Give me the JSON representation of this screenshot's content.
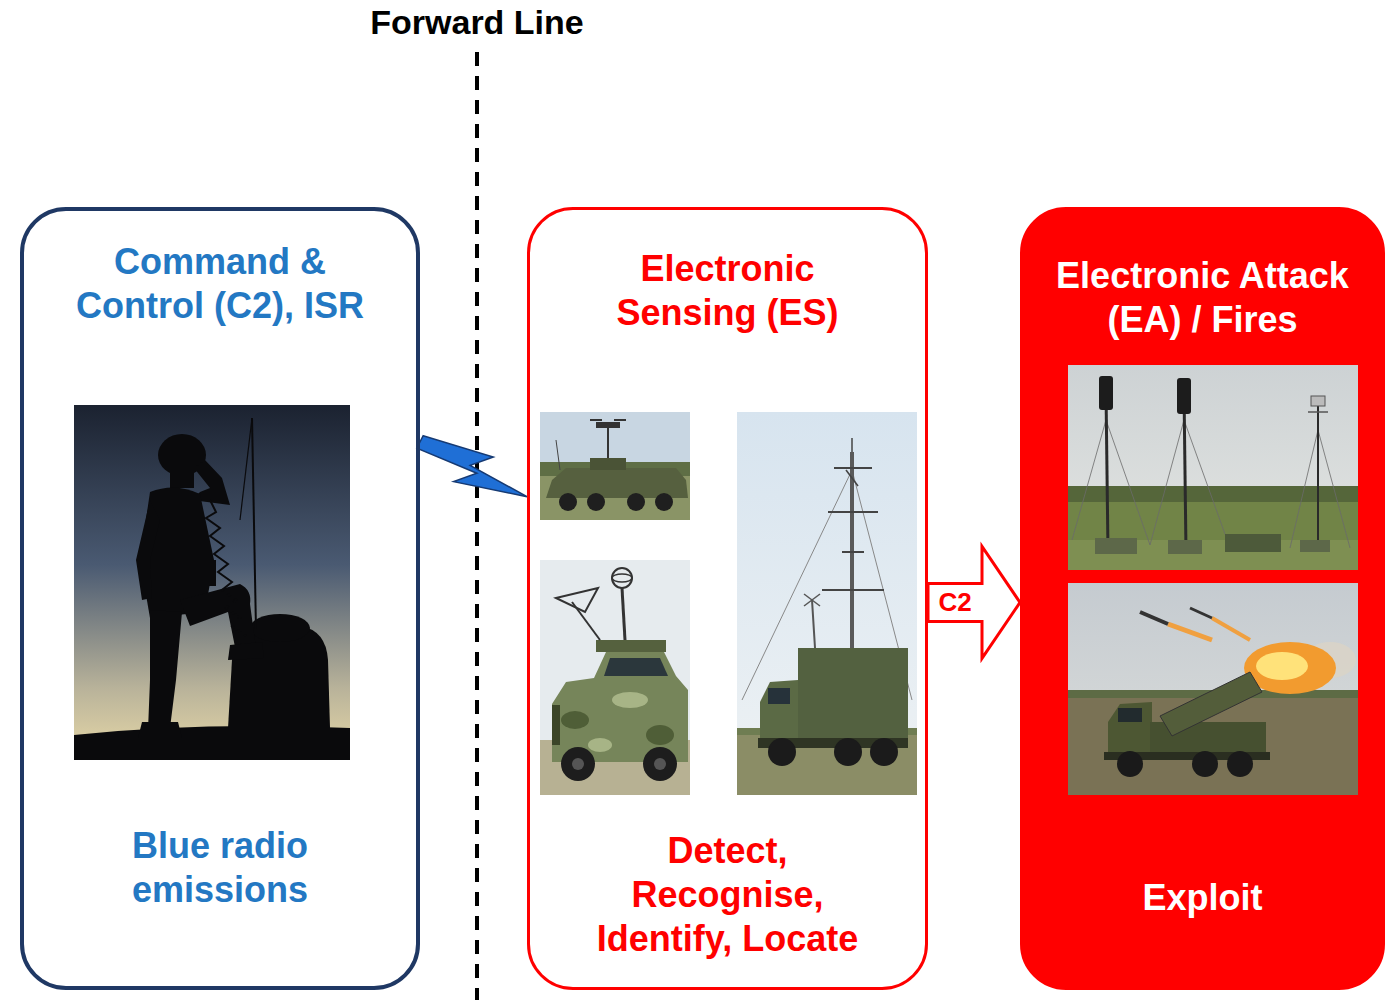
{
  "diagram": {
    "nodes": [
      {
        "text": [
          "Command & Control (C2), ISR",
          "Blue radio emissions"
        ]
      },
      {
        "text": [
          "Electronic Sensing (ES)",
          "Detect, Recognise, Identify, Locate"
        ]
      },
      {
        "text": [
          "Electronic Attack (EA) / Fires",
          "Exploit"
        ]
      }
    ],
    "edges": [
      {
        "from": 0,
        "to": 1,
        "arrow": "to"
      },
      {
        "from": 1,
        "to": 2,
        "label": "C2",
        "arrow": "to"
      }
    ],
    "labels": [
      "Forward Line"
    ]
  }
}
